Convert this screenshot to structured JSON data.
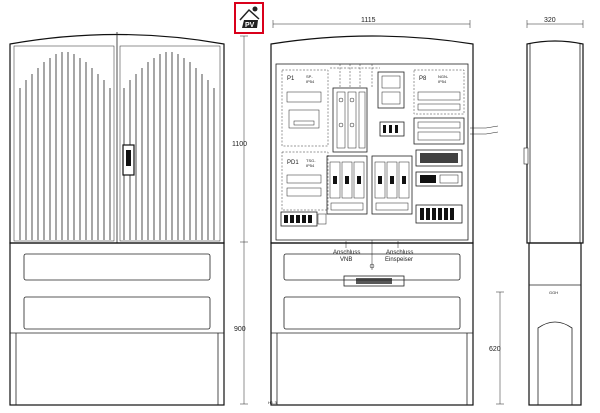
{
  "badge": {
    "text": "PV",
    "border_color": "#d9001b"
  },
  "dimensions": {
    "total_width": "1115",
    "side_depth": "320",
    "upper_height": "1100",
    "lower_height": "900",
    "side_lower_height": "620"
  },
  "field_labels": {
    "p1": "P1",
    "sp_ip54": "SP-\nIP54",
    "p8": "P8",
    "ngn_ip54": "NGN-\nIP54",
    "pd1": "PD1",
    "tsg_ip54": "TSG-\nIP54"
  },
  "connections": {
    "vnb_line1": "Anschluss",
    "vnb_line2": "VNB",
    "einspeiser_line1": "Anschluss",
    "einspeiser_line2": "Einspeiser"
  },
  "side_label": "GGH",
  "colors": {
    "accent": "#d9001b",
    "line": "#222222"
  }
}
